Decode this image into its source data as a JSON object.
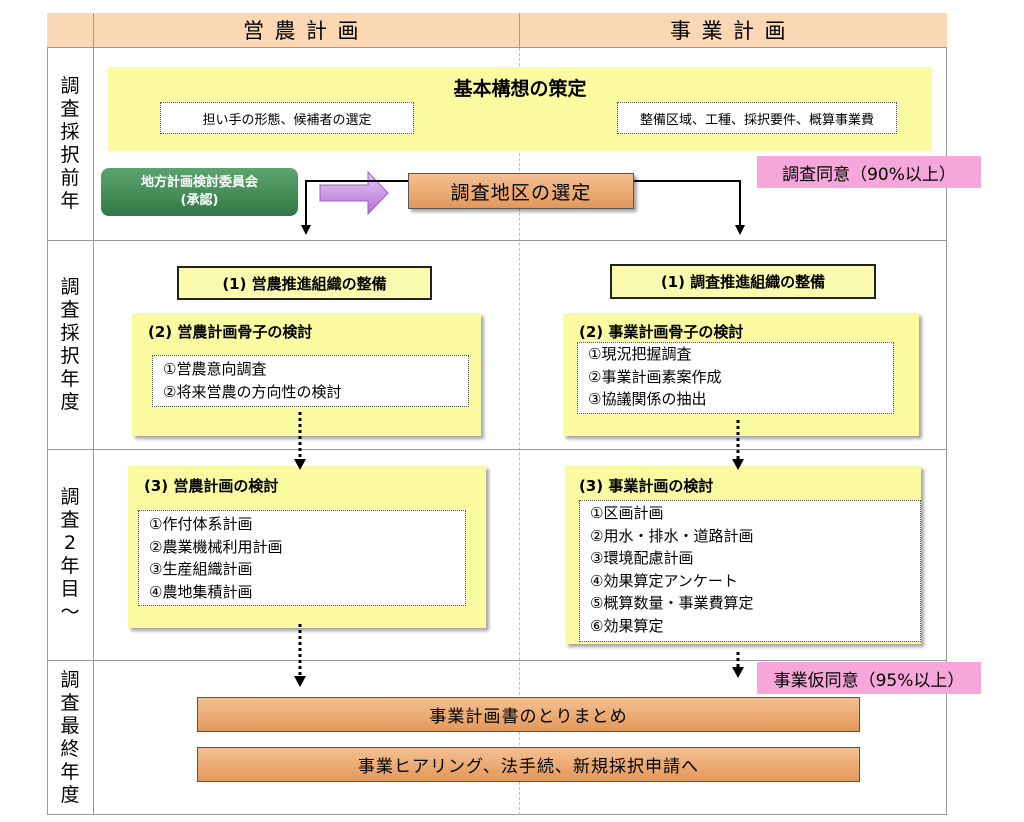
{
  "header": {
    "left": "営農計画",
    "right": "事業計画"
  },
  "row_labels": [
    [
      "調",
      "査",
      "採",
      "択",
      "前",
      "年"
    ],
    [
      "調",
      "査",
      "採",
      "択",
      "年",
      "度"
    ],
    [
      "調",
      "査",
      "2",
      "年",
      "目",
      "～"
    ],
    [
      "調",
      "査",
      "最",
      "終",
      "年",
      "度"
    ]
  ],
  "pre_year": {
    "basic_title": "基本構想の策定",
    "basic_left": "担い手の形態、候補者の選定",
    "basic_right": "整備区域、工種、採択要件、概算事業費",
    "committee_line1": "地方計画検討委員会",
    "committee_line2": "(承認)",
    "selection": "調査地区の選定",
    "consent": "調査同意（90%以上）"
  },
  "adopt_year": {
    "left_org": "(1) 営農推進組織の整備",
    "right_org": "(1) 調査推進組織の整備",
    "left_title": "(2) 営農計画骨子の検討",
    "left_items": [
      "①営農意向調査",
      "②将来営農の方向性の検討"
    ],
    "right_title": "(2) 事業計画骨子の検討",
    "right_items": [
      "①現況把握調査",
      "②事業計画素案作成",
      "③協議関係の抽出"
    ]
  },
  "year2": {
    "left_title": "(3) 営農計画の検討",
    "left_items": [
      "①作付体系計画",
      "②農業機械利用計画",
      "③生産組織計画",
      "④農地集積計画"
    ],
    "right_title": "(3) 事業計画の検討",
    "right_items": [
      "①区画計画",
      "②用水・排水・道路計画",
      "③環境配慮計画",
      "④効果算定アンケート",
      "⑤概算数量・事業費算定",
      "⑥効果算定"
    ]
  },
  "final_year": {
    "provisional_consent": "事業仮同意（95%以上）",
    "summary": "事業計画書のとりまとめ",
    "hearing": "事業ヒアリング、法手続、新規採択申請へ"
  }
}
